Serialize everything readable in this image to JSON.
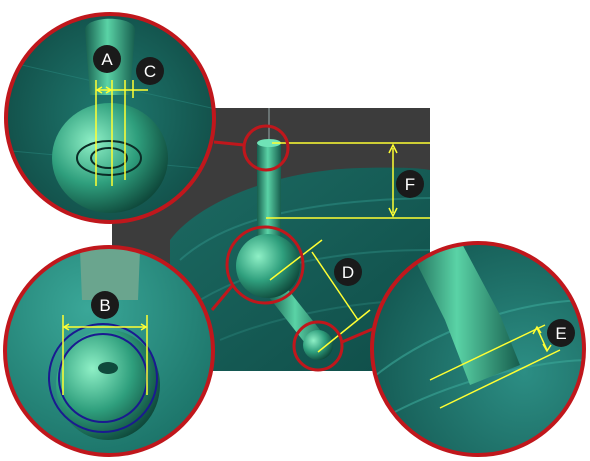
{
  "diagram": {
    "labels": {
      "A": "A",
      "B": "B",
      "C": "C",
      "D": "D",
      "E": "E",
      "F": "F"
    },
    "colors": {
      "measure_line": "#ffff33",
      "callout_ring": "#c0171c",
      "label_badge": "#1a1a1a",
      "label_text": "#ffffff",
      "mesh_green": "#2e9e80",
      "mesh_teal": "#1f7a70",
      "viewport_bg": "#3c3c3c",
      "circle_outline": "#1a1a90"
    }
  }
}
